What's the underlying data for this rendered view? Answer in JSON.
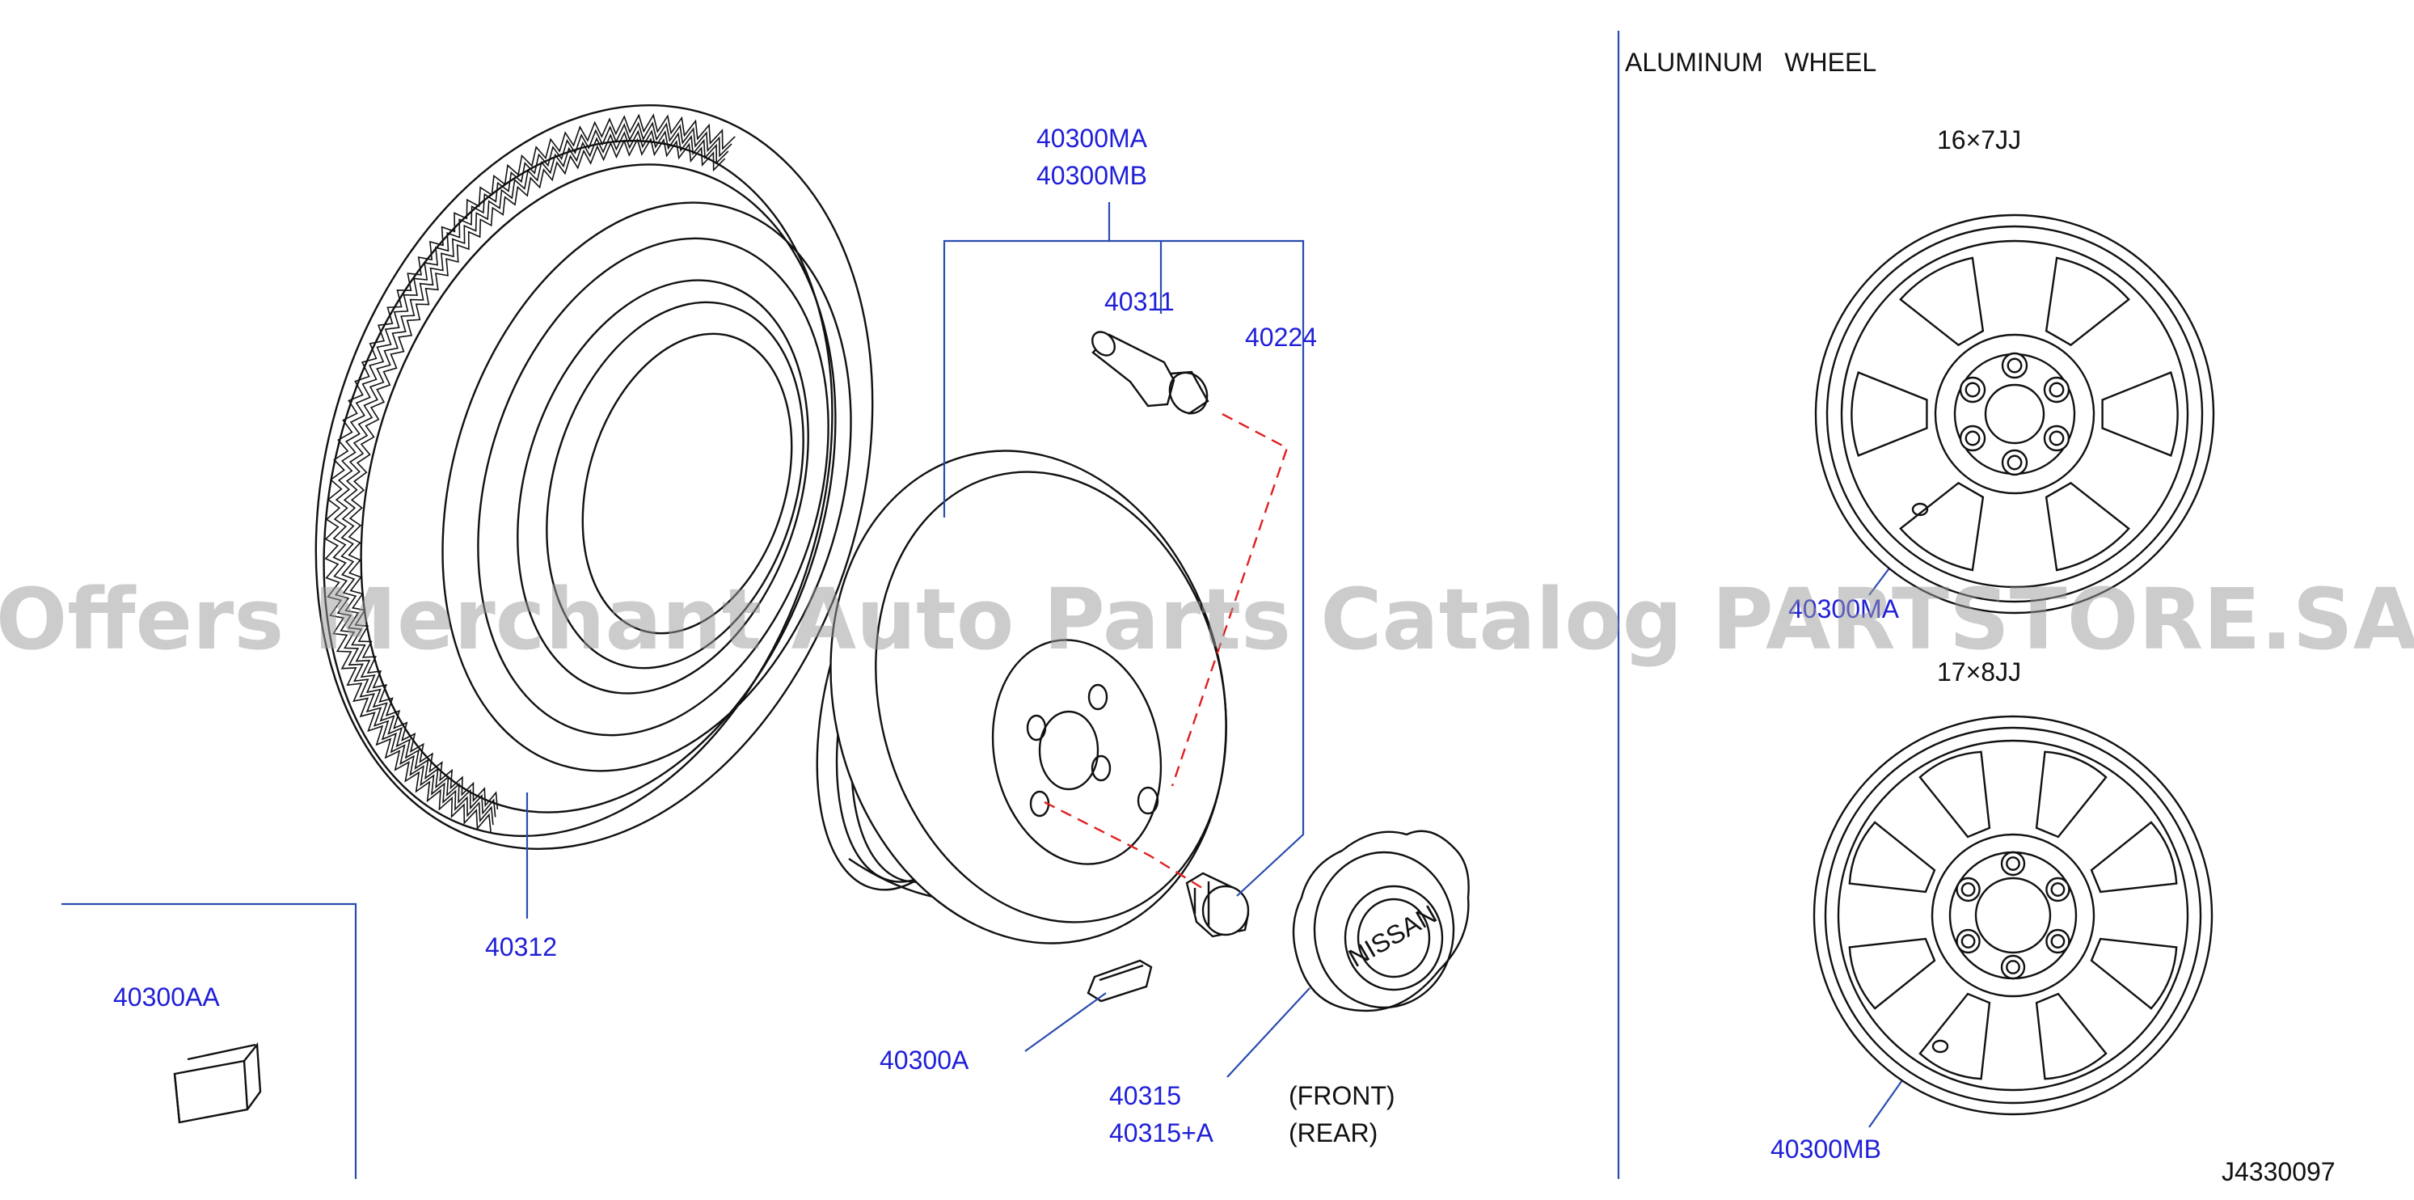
{
  "labels": {
    "group_tags": [
      "40300MA",
      "40300MB"
    ],
    "valve": "40311",
    "nut": "40224",
    "tire": "40312",
    "weight_kit": "40300AA",
    "weight": "40300A",
    "cap": "40315",
    "cap_alt": "40315+A",
    "front": "(FRONT)",
    "rear": "(REAR)",
    "alu_section": "ALUMINUM   WHEEL",
    "size_a": "16×7JJ",
    "wheel_a": "40300MA",
    "size_b": "17×8JJ",
    "wheel_b": "40300MB",
    "diagram_id": "J4330097",
    "cap_emblem": "NISSAN"
  },
  "watermark": "Offers Merchant Auto Parts Catalog PARTSTORE.SA",
  "colors": {
    "label_blue": "#1f1fd8",
    "leader_blue": "#2a4bb0",
    "dash_red": "#e02020",
    "ink": "#111111"
  }
}
